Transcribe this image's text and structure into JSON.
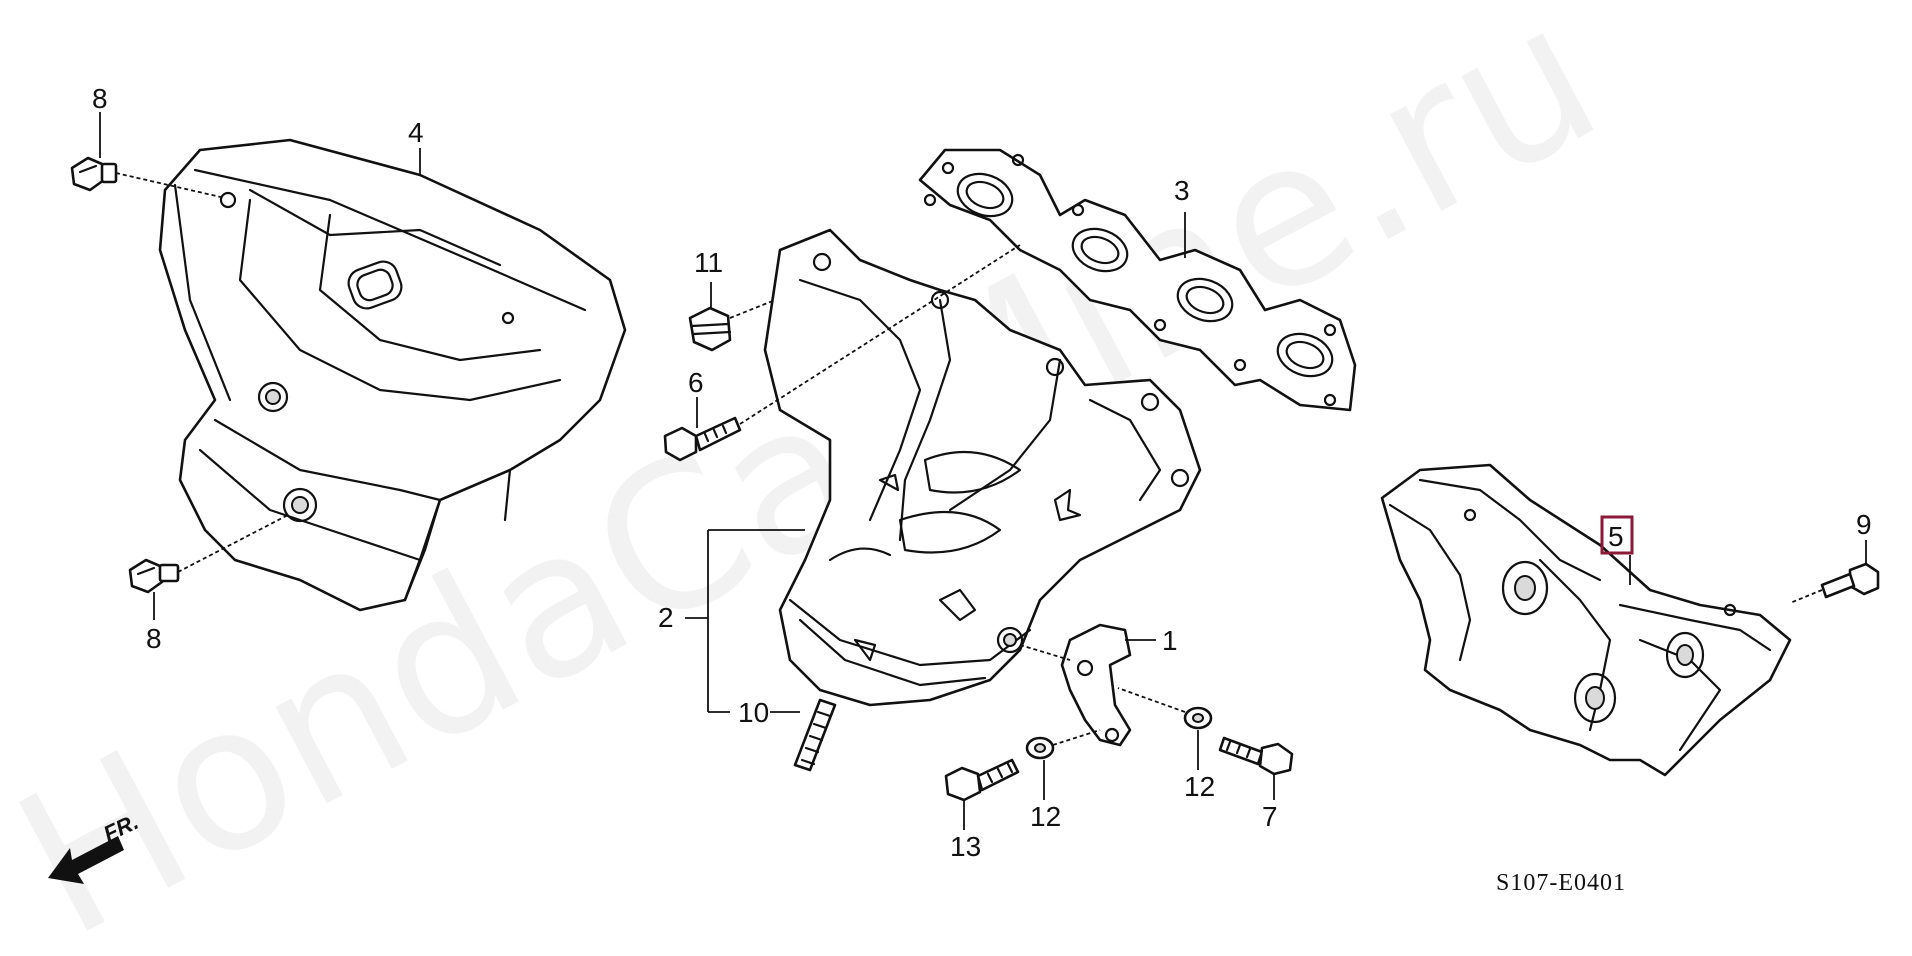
{
  "watermark": "HondaCarMine.ru",
  "callouts": {
    "c1": "1",
    "c2": "2",
    "c3": "3",
    "c4": "4",
    "c5": "5",
    "c6": "6",
    "c7": "7",
    "c8a": "8",
    "c8b": "8",
    "c9": "9",
    "c10": "10",
    "c11": "11",
    "c12a": "12",
    "c12b": "12",
    "c13": "13"
  },
  "highlighted_part": "5",
  "highlight_color": "#8b1a3a",
  "direction_label": "FR.",
  "reference_code": "S107-E0401"
}
